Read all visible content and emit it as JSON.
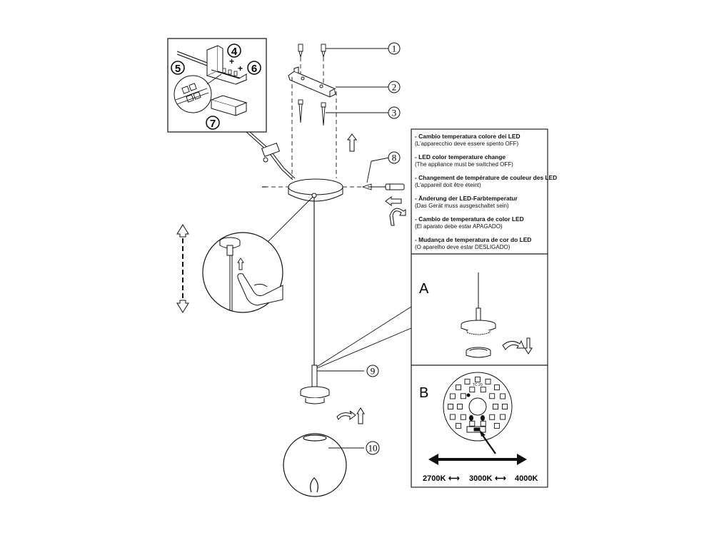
{
  "callouts": {
    "c1": "1",
    "c2": "2",
    "c3": "3",
    "c8": "8",
    "c9": "9",
    "c10": "10"
  },
  "inset": {
    "n4": "4",
    "n5": "5",
    "n6": "6",
    "n7": "7"
  },
  "notes": [
    {
      "title": "- Cambio temperatura colore dei LED",
      "sub": "(L'apparecchio deve essere spento OFF)"
    },
    {
      "title": "- LED color temperature change",
      "sub": "(The appliance must be switched OFF)"
    },
    {
      "title": "- Changement de température de couleur des LED",
      "sub": "(L'appareil doit être éteint)"
    },
    {
      "title": "- Änderung der LED-Farbtemperatur",
      "sub": "(Das Gerät muss ausgeschaltet sein)"
    },
    {
      "title": "- Cambio de temperatura de color LED",
      "sub": "(El aparato debe estar APAGADO)"
    },
    {
      "title": "- Mudança de temperatura de cor do LED",
      "sub": "(O aparelho deve estar DESLIGADO)"
    }
  ],
  "section_a": {
    "letter": "A"
  },
  "section_b": {
    "letter": "B",
    "chip_label": "TC 20",
    "temps": [
      "2700K",
      "3000K",
      "4000K"
    ],
    "temp_separator": "⟷"
  },
  "colors": {
    "line": "#111111",
    "dash": "#333333",
    "panel_border": "#222222",
    "chip_dot": "#000000"
  },
  "icons": [
    "screw-icon",
    "bracket-icon",
    "screwdriver-icon",
    "up-arrow-icon",
    "rotate-arrow-icon",
    "down-arrow-icon",
    "left-arrow-icon",
    "finger-press-icon",
    "double-arrow-icon"
  ]
}
